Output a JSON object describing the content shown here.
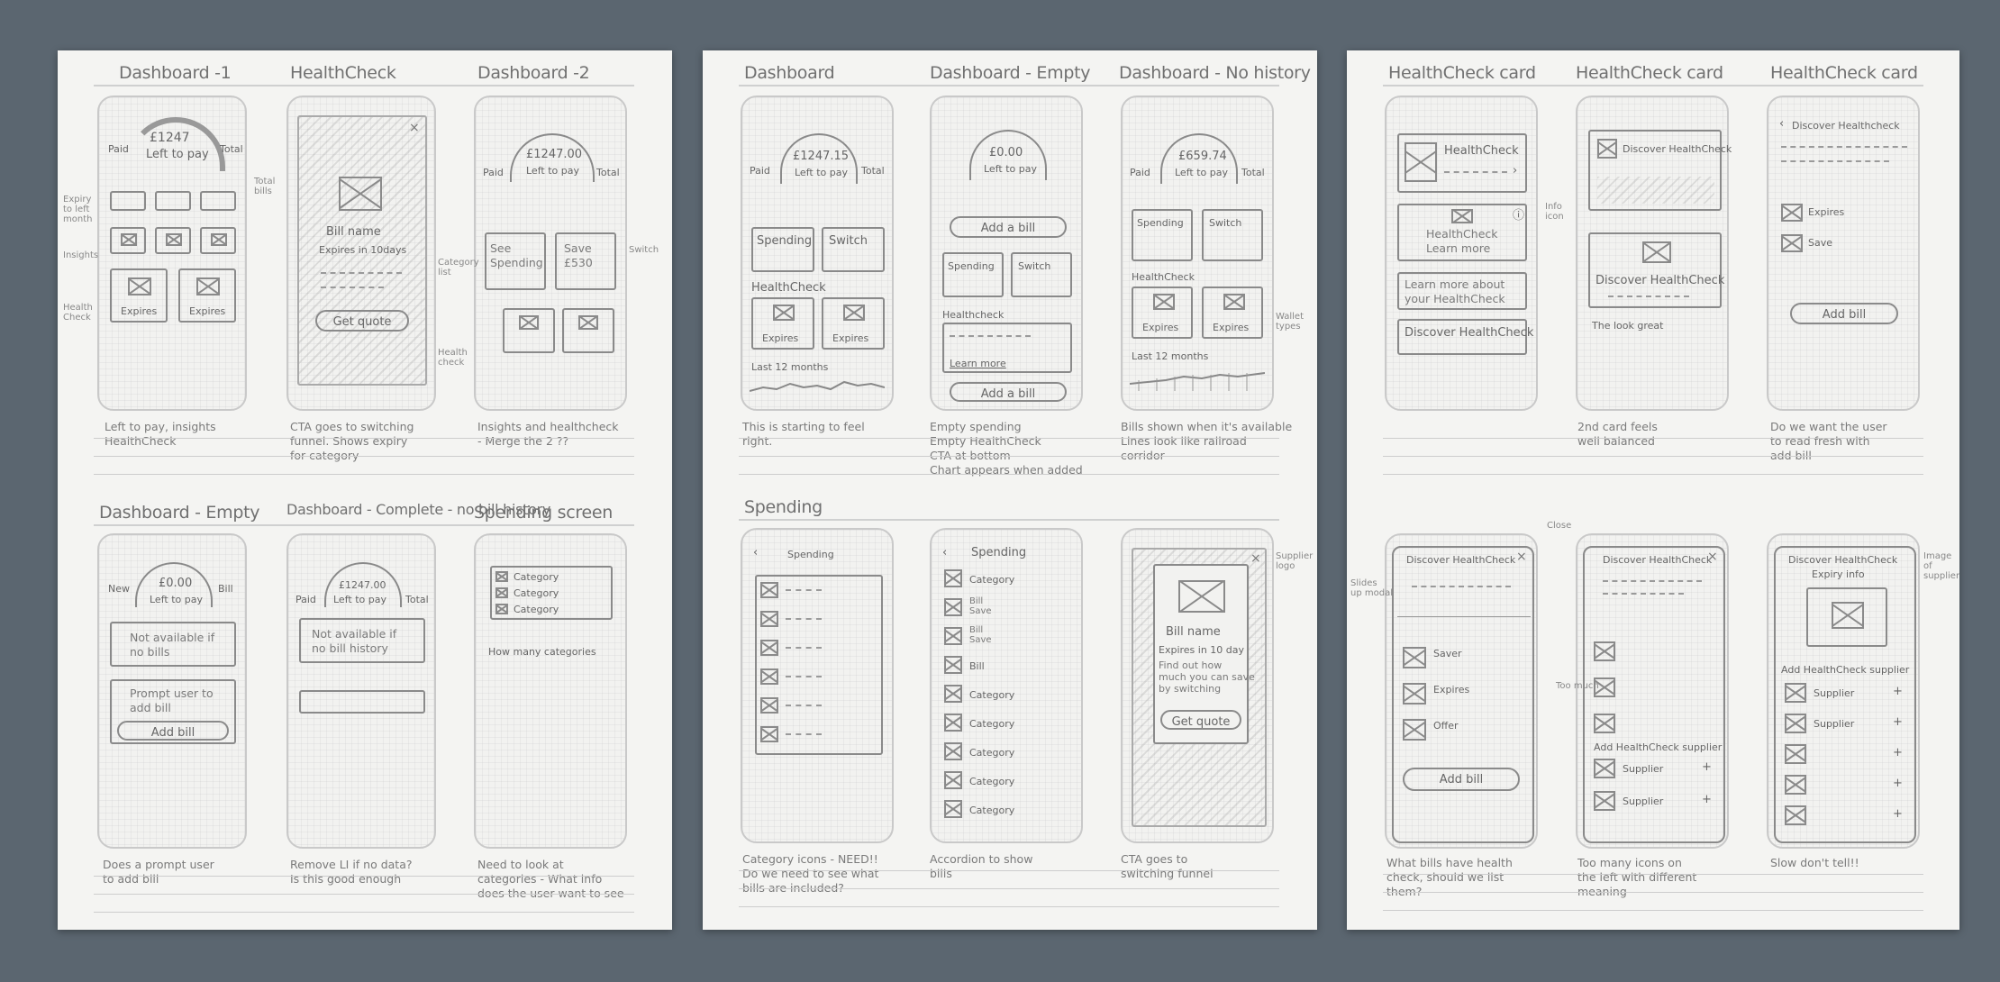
{
  "sheets": [
    {
      "titles": [
        "Dashboard -1",
        "HealthCheck",
        "Dashboard -2",
        "Dashboard - Empty",
        "Dashboard - Complete - no bill history",
        "Spending screen"
      ],
      "notes": [
        "Left to pay, insights\nHealthCheck",
        "CTA goes to switching\nfunnel. Shows expiry\nfor category",
        "Insights and healthcheck\n- Merge the 2 ??",
        "Does a prompt user\nto add bill",
        "Remove LI if no data?\nIs this good enough",
        "Need to look at\ncategories - What info\ndoes the user want to see"
      ],
      "phones": {
        "d1": {
          "amount": "£1247",
          "left": "Left to pay",
          "paid": "Paid",
          "total": "Total",
          "expires": "Expires",
          "side_left": "Expiry\nto left\nmonth",
          "side_insights": "Insights",
          "side_health": "Health\nCheck",
          "side_total": "Total\nbills"
        },
        "hc": {
          "bill": "Bill name",
          "expiry": "Expires in 10days",
          "cta": "Get quote"
        },
        "d2": {
          "amount": "£1247.00",
          "left": "Left to pay",
          "paid": "Paid",
          "total": "Total",
          "see": "See\nSpending",
          "save": "Save\n£530",
          "side_cat": "Category\nlist",
          "side_switch": "Switch",
          "side_health": "Health\ncheck"
        },
        "de": {
          "amount": "£0.00",
          "left": "Left to pay",
          "new": "New",
          "bill": "Bill",
          "msg1": "Not available if\nno bills",
          "msg2": "Prompt user to\nadd bill",
          "cta": "Add bill"
        },
        "dc": {
          "amount": "£1247.00",
          "left": "Left to pay",
          "paid": "Paid",
          "total": "Total",
          "msg": "Not available if\nno bill history"
        },
        "ss": {
          "rows": [
            "Category",
            "Category",
            "Category"
          ],
          "hint": "How many categories"
        }
      }
    },
    {
      "titles": [
        "Dashboard",
        "Dashboard - Empty",
        "Dashboard - No history",
        "Spending"
      ],
      "notes": [
        "This is starting to feel\nright.",
        "Empty spending\nEmpty HealthCheck\nCTA at bottom\nChart appears when added",
        "Bills shown when it's available\nLines look like railroad\ncorridor",
        "Category icons - NEED!!\nDo we need to see what\nbills are included?",
        "Accordion to show\nbills",
        "CTA goes to\nswitching funnel"
      ],
      "phones": {
        "dash": {
          "amount": "£1247.15",
          "left": "Left to pay",
          "paid": "Paid",
          "total": "Total",
          "spending": "Spending",
          "switch": "Switch",
          "hc": "HealthCheck",
          "expires": "Expires",
          "history": "Last 12 months"
        },
        "empty": {
          "amount": "£0.00",
          "left": "Left to pay",
          "add": "Add a bill",
          "spending": "Spending",
          "switch": "Switch",
          "hc": "Healthcheck",
          "learn": "Learn more",
          "add2": "Add a bill"
        },
        "nohist": {
          "amount": "£659.74",
          "left": "Left to pay",
          "paid": "Paid",
          "total": "Total",
          "spending": "Spending",
          "switch": "Switch",
          "hc": "HealthCheck",
          "expires": "Expires",
          "history": "Last 12 months",
          "side": "Wallet\ntypes"
        },
        "sp1": {
          "title": "Spending"
        },
        "sp2": {
          "title": "Spending",
          "rows": [
            "Category",
            "Bill\nSave",
            "Bill\nSave",
            "Bill",
            "Category",
            "Category",
            "Category",
            "Category",
            "Category"
          ]
        },
        "bill": {
          "name": "Bill name",
          "expiry": "Expires in 10 day",
          "body": "Find out how\nmuch you can save\nby switching",
          "cta": "Get quote",
          "side": "Supplier\nlogo"
        }
      }
    },
    {
      "titles": [
        "HealthCheck card",
        "HealthCheck card",
        "HealthCheck card"
      ],
      "notes": [
        "What bills have health\ncheck, should we list\nthem?",
        "2nd card feels\nwell balanced",
        "Do we want the user\nto read fresh with\nadd bill",
        "Too many icons on\nthe left with different\nmeaning",
        "Slow don't tell!!"
      ],
      "phones": {
        "hc1": {
          "head": "HealthCheck",
          "card2": "HealthCheck\nLearn more",
          "learn": "Learn more about\nyour HealthCheck",
          "discover": "Discover HealthCheck",
          "side": "Info\nicon"
        },
        "hc2": {
          "head": "Discover HealthCheck",
          "card": "Discover HealthCheck",
          "look": "The look great"
        },
        "hc3": {
          "head": "Discover Healthcheck",
          "row1": "Expires",
          "row2": "Save",
          "cta": "Add bill"
        },
        "m1": {
          "title": "Discover HealthCheck",
          "rows": [
            "Saver",
            "Expires",
            "Offer"
          ],
          "cta": "Add bill",
          "side": "Slides\nup modal",
          "close": "Close"
        },
        "m2": {
          "title": "Discover HealthCheck",
          "add": "Add HealthCheck supplier",
          "rows": [
            "Supplier",
            "Supplier"
          ],
          "side": "Too much"
        },
        "m3": {
          "title": "Discover HealthCheck",
          "sub": "Expiry info",
          "add": "Add HealthCheck supplier",
          "rows": [
            "Supplier",
            "Supplier"
          ],
          "side": "Image\nof\nsupplier"
        }
      }
    }
  ]
}
